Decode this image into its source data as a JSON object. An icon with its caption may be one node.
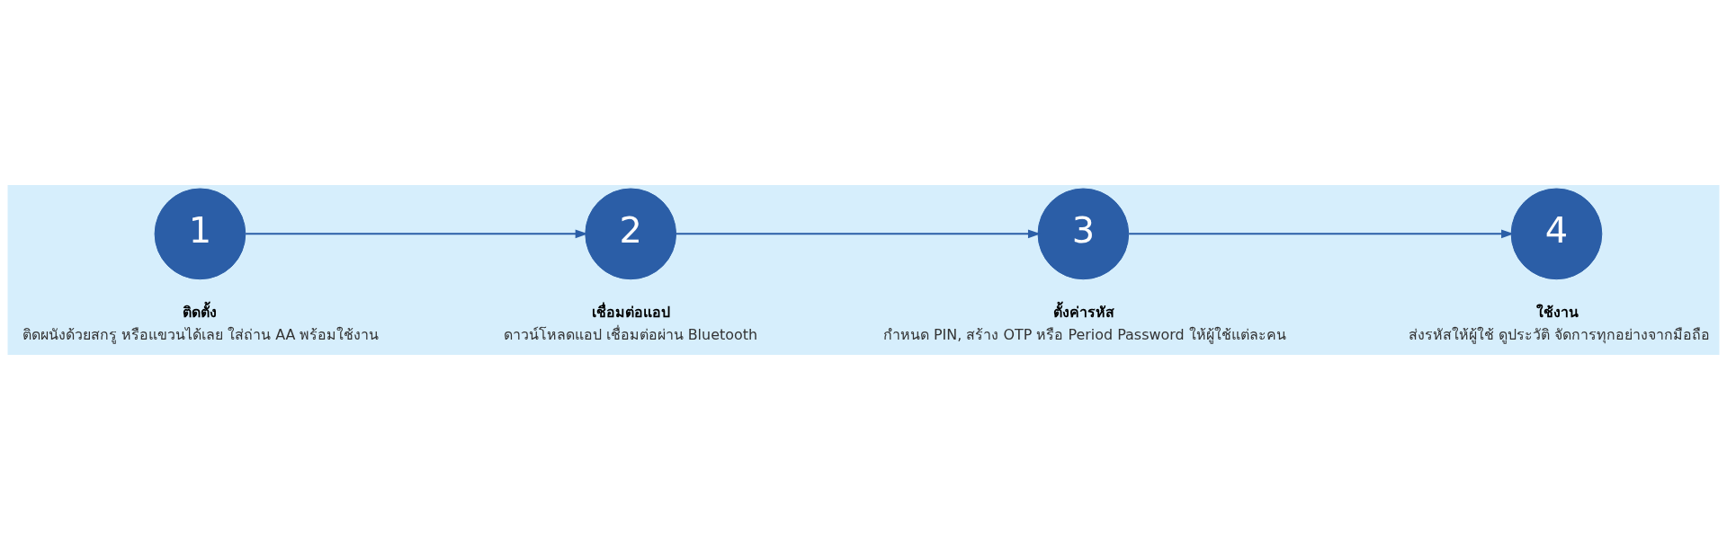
{
  "diagram": {
    "nodes": [
      {
        "text": [
          "1"
        ],
        "beside": [
          "ติดตั้ง",
          "ติดผนังด้วยสกรู หรือแขวนได้เลย ใส่ถ่าน AA พร้อมใช้งาน"
        ]
      },
      {
        "text": [
          "2"
        ],
        "beside": [
          "เชื่อมต่อแอป",
          "ดาวน์โหลดแอป เชื่อมต่อผ่าน Bluetooth"
        ]
      },
      {
        "text": [
          "3"
        ],
        "beside": [
          "ตั้งค่ารหัส",
          "กำหนด PIN, สร้าง OTP หรือ Period Password ให้ผู้ใช้แต่ละคน"
        ]
      },
      {
        "text": [
          "4"
        ],
        "beside": [
          "ใช้งาน",
          "ส่งรหัสให้ผู้ใช้ ดูประวัติ จัดการทุกอย่างจากมือถือ"
        ]
      }
    ],
    "edges": [
      {
        "from": 0,
        "to": 1,
        "arrow": "to"
      },
      {
        "from": 1,
        "to": 2,
        "arrow": "to"
      },
      {
        "from": 2,
        "to": 3,
        "arrow": "to"
      }
    ]
  }
}
